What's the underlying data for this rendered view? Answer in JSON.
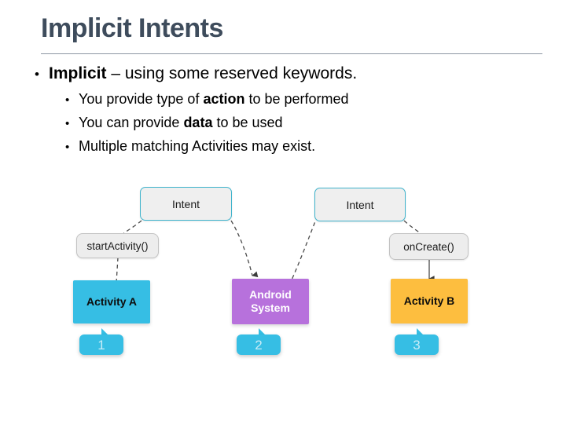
{
  "slide": {
    "title": "Implicit Intents",
    "bullets": [
      {
        "level": 1,
        "glyph": "•",
        "bold_lead": "Implicit",
        "rest": " – using some reserved keywords."
      }
    ],
    "sub_bullets": [
      {
        "glyph": "•",
        "pre": "You provide type of ",
        "bold": "action",
        "post": " to be performed"
      },
      {
        "glyph": "•",
        "pre": "You can provide ",
        "bold": "data",
        "post": " to be used"
      },
      {
        "glyph": "•",
        "pre": "Multiple matching Activities may exist.",
        "bold": "",
        "post": ""
      }
    ]
  },
  "diagram": {
    "nodes": {
      "intent_left": "Intent",
      "intent_right": "Intent",
      "start_activity": "startActivity()",
      "on_create": "onCreate()",
      "activity_a": "Activity A",
      "android_system_line1": "Android",
      "android_system_line2": "System",
      "activity_b": "Activity B"
    },
    "badges": [
      "1",
      "2",
      "3"
    ],
    "colors": {
      "activity_a": "#36BEE4",
      "android_system": "#B771DC",
      "activity_b": "#FDBE3F",
      "badge": "#36BEE4",
      "intent_border": "#3FB3CC",
      "method_fill": "#ededed",
      "connector": "#4a4a4a"
    }
  },
  "theme": {
    "title_color": "#3E4C5C",
    "rule_color": "#8c96a3",
    "background": "#ffffff"
  }
}
